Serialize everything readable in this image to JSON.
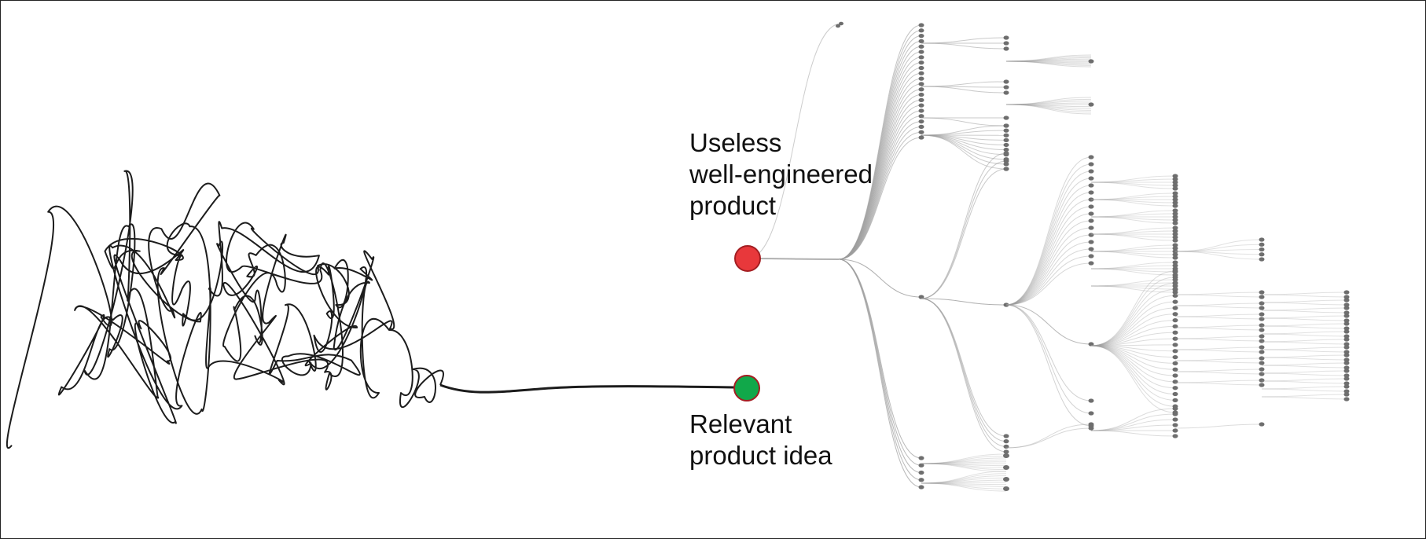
{
  "labels": {
    "useless_line1": "Useless",
    "useless_line2": "well-engineered",
    "useless_line3": "product",
    "relevant_line1": "Relevant",
    "relevant_line2": "product idea"
  },
  "colors": {
    "useless_node": "#e8383b",
    "useless_node_stroke": "#a31e22",
    "relevant_node": "#11a84a",
    "relevant_node_stroke": "#a31e22",
    "scribble": "#1c1c1c",
    "tree_edge": "#9c9c9c",
    "tree_node": "#6e6e6e"
  }
}
